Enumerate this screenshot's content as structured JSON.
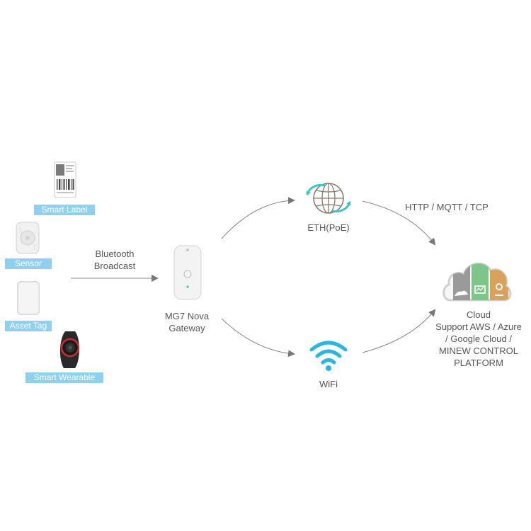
{
  "devices": [
    {
      "label": "Smart Label",
      "icon": "smart-label-icon"
    },
    {
      "label": "Sensor",
      "icon": "sensor-icon"
    },
    {
      "label": "Asset Tag",
      "icon": "asset-tag-icon"
    },
    {
      "label": "Smart Wearable",
      "icon": "smart-wearable-icon"
    }
  ],
  "bluetooth": {
    "line1": "Bluetooth",
    "line2": "Broadcast"
  },
  "gateway": {
    "line1": "MG7 Nova",
    "line2": "Gateway",
    "icon": "gateway-icon"
  },
  "eth": {
    "label": "ETH(PoE)",
    "icon": "globe-icon"
  },
  "wifi": {
    "label": "WiFi",
    "icon": "wifi-icon"
  },
  "protocols": "HTTP / MQTT / TCP",
  "cloud": {
    "icon": "cloud-icon",
    "lines": [
      "Cloud",
      "Support AWS / Azure",
      "/ Google Cloud /",
      "MINEW CONTROL",
      "PLATFORM"
    ]
  },
  "colors": {
    "tag_bg": "#8fd0ee",
    "text": "#555555",
    "arrow": "#888888",
    "wifi": "#29b6e0",
    "eth_ring": "#3cc6c8",
    "cloud_gray": "#9a9a9a",
    "cloud_green": "#7cc68a",
    "cloud_orange": "#d9a25a"
  }
}
